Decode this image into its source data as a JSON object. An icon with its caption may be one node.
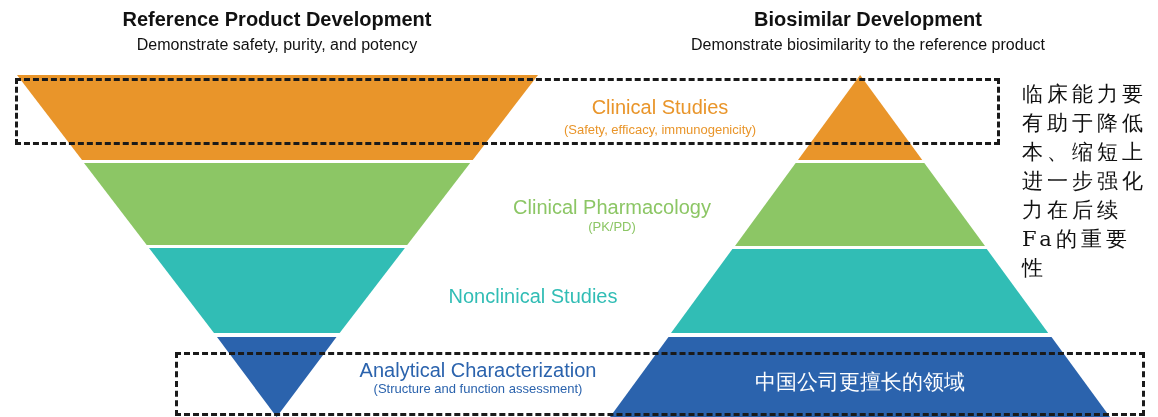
{
  "diagram": {
    "nodes": [
      {
        "text": [
          "Clinical Studies",
          "(Safety, efficacy, immunogenicity)"
        ]
      },
      {
        "text": [],
        "shape": "trapezoid"
      },
      {
        "text": [],
        "shape": "trapezoid"
      },
      {
        "text": [],
        "shape": "trapezoid"
      },
      {
        "text": [],
        "shape": "triangle"
      },
      {
        "text": [],
        "shape": "triangle"
      },
      {
        "text": [],
        "shape": "trapezoid"
      },
      {
        "text": [],
        "shape": "trapezoid"
      },
      {
        "text": [
          "Analytical Characterization",
          "(Structure and function assessment)"
        ]
      },
      {
        "text": [
          "中国公司更擅长的领域"
        ]
      }
    ],
    "labels": [
      "Reference Product Development",
      "Demonstrate safety, purity, and potency",
      "Biosimilar Development",
      "Demonstrate biosimilarity to the reference product",
      "Clinical Pharmacology",
      "(PK/PD)",
      "Nonclinical Studies",
      "临床能力要有助于降低本、缩短上进一步强化力在后续Fa的重要性"
    ]
  }
}
